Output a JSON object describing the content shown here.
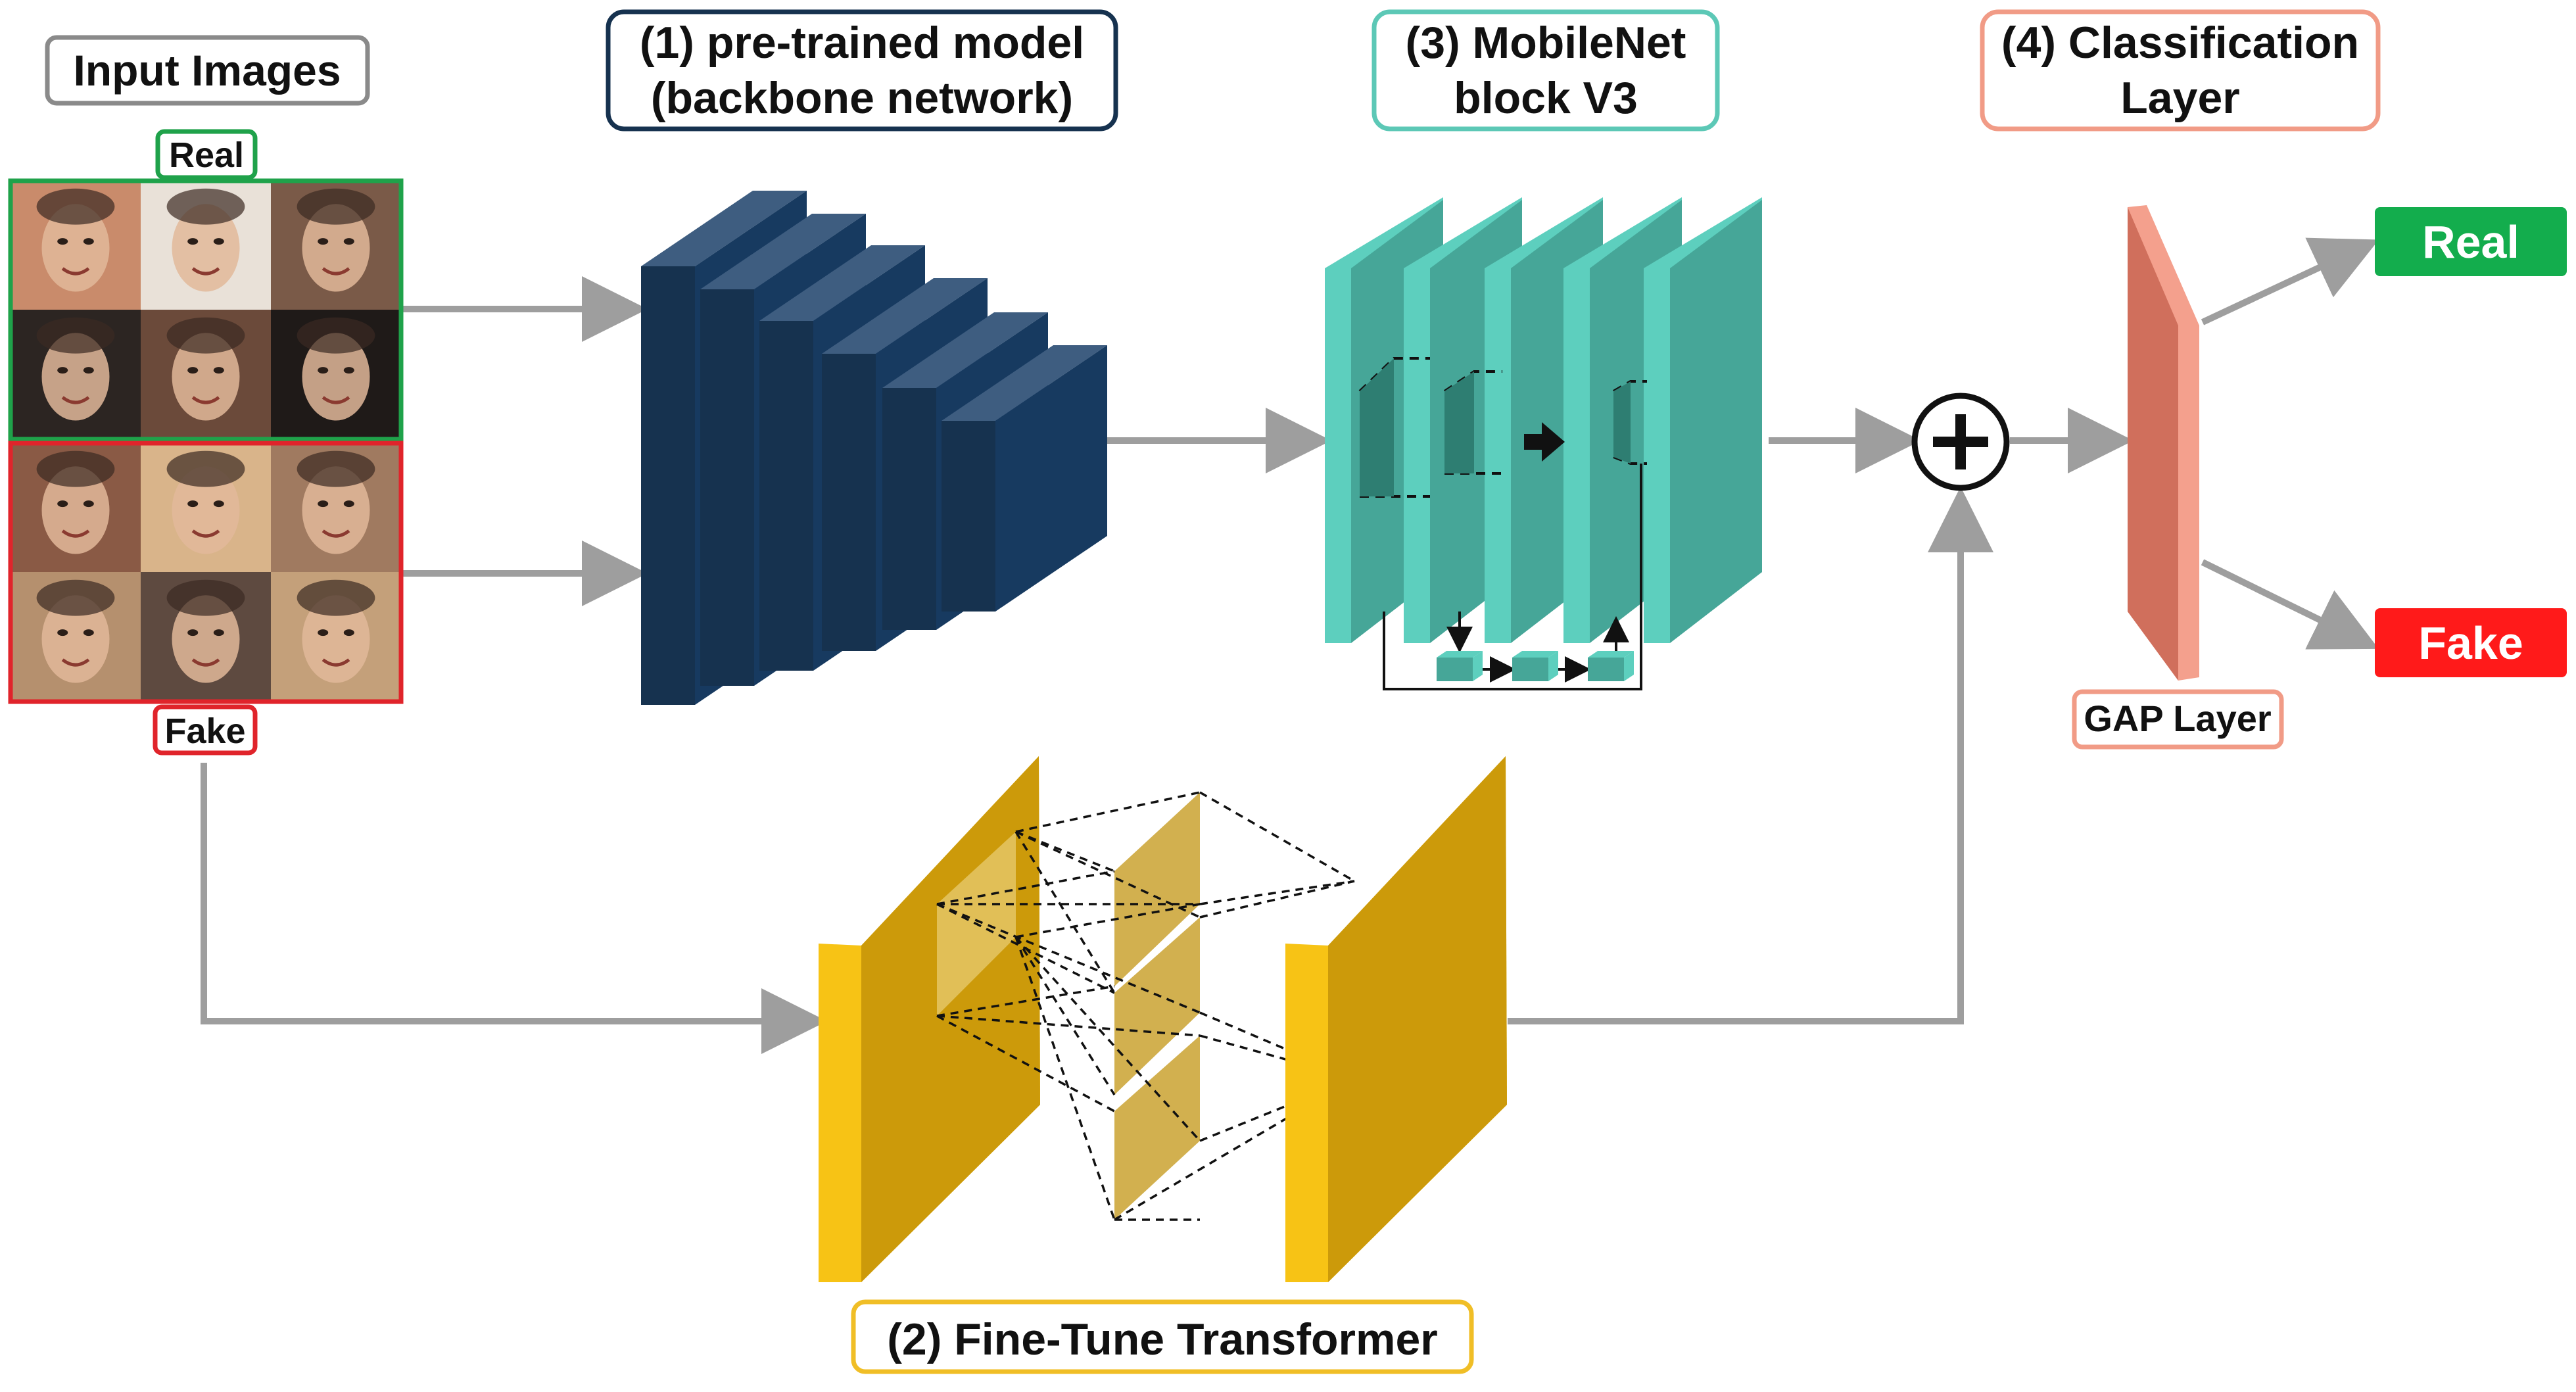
{
  "labels": {
    "input_images": "Input Images",
    "real_group": "Real",
    "fake_group": "Fake",
    "backbone_line1": "(1) pre-trained model",
    "backbone_line2": "(backbone network)",
    "mobilenet_line1": "(3) MobileNet",
    "mobilenet_line2": "block V3",
    "classification_line1": "(4) Classification",
    "classification_line2": "Layer",
    "gap_layer": "GAP Layer",
    "transformer": "(2) Fine-Tune Transformer",
    "output_real": "Real",
    "output_fake": "Fake",
    "merge_symbol": "+"
  },
  "colors": {
    "arrow": "#9e9e9e",
    "input_border": "#8a8a8a",
    "real_green": "#1fa24a",
    "fake_red": "#e0242b",
    "backbone_front": "#173a60",
    "backbone_top": "#3e5d80",
    "backbone_border": "#16324f",
    "mobilenet_front": "#46a698",
    "mobilenet_side": "#5dcfbe",
    "mobilenet_border": "#5cc8b6",
    "transformer_front": "#cc9a0a",
    "transformer_side": "#f7c315",
    "transformer_plane": "#d2b04f",
    "transformer_border": "#f0be26",
    "gap_front": "#d06f5c",
    "gap_side": "#f4a08d",
    "gap_border": "#f19b86",
    "output_real_fill": "#13ad4d",
    "output_fake_fill": "#ff1a1a",
    "face_tiles_real": [
      "#c98b6b",
      "#e9e1d8",
      "#7a5a48",
      "#2c2522",
      "#6b4a3a",
      "#1f1a18"
    ],
    "face_tiles_fake": [
      "#8a5a45",
      "#d9b48a",
      "#a07a60",
      "#b5906e",
      "#5e4a40",
      "#c4a07a"
    ]
  }
}
